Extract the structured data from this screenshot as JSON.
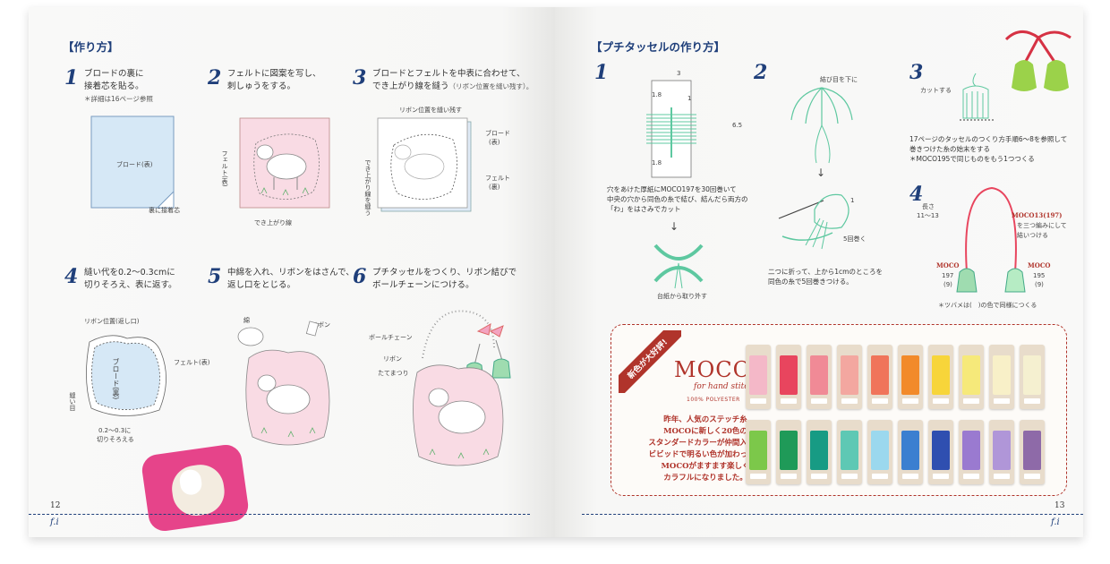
{
  "left_page": {
    "heading": "【作り方】",
    "steps": [
      {
        "num": "1",
        "text_l1": "ブロードの裏に",
        "text_l2": "接着芯を貼る。",
        "sub": "＊詳細は16ページ参照"
      },
      {
        "num": "2",
        "text_l1": "フェルトに図案を写し、",
        "text_l2": "刺しゅうをする。"
      },
      {
        "num": "3",
        "text_l1": "ブロードとフェルトを中表に合わせて、",
        "text_l2": "でき上がり線を縫う",
        "sub": "（リボン位置を縫い残す）。"
      },
      {
        "num": "4",
        "text_l1": "縫い代を0.2〜0.3cmに",
        "text_l2": "切りそろえ、表に返す。"
      },
      {
        "num": "5",
        "text_l1": "中綿を入れ、リボンをはさんで、",
        "text_l2": "返し口をとじる。"
      },
      {
        "num": "6",
        "text_l1": "プチタッセルをつくり、リボン結びで",
        "text_l2": "ボールチェーンにつける。"
      }
    ],
    "labels": {
      "broad_front": "ブロード(表)",
      "interfacing": "裏に接着芯",
      "felt_front_v": "フェルト(表)",
      "finish_line": "でき上がり線",
      "ribbon_leave": "リボン位置を縫い残す",
      "broad_back": "ブロード",
      "broad_back2": "(表)",
      "felt_back": "フェルト",
      "felt_back2": "(裏)",
      "sew_v": "でき上がり線を縫う",
      "ribbon_pos": "リボン位置(返し口)",
      "felt_front": "フェルト(表)",
      "broad_in": "ブロード(裏)",
      "seam_v": "縫い目",
      "trim1": "0.2〜0.3に",
      "trim2": "切りそろえる",
      "cotton": "綿",
      "ribbon": "リボン",
      "ball_chain": "ボールチェーン",
      "ribbon2": "リボン",
      "tatematsuri": "たてまつり"
    },
    "page_number": "12",
    "footer_mark": "f.i"
  },
  "right_page": {
    "heading": "【プチタッセルの作り方】",
    "steps": [
      {
        "num": "1",
        "text_l1": "穴をあけた厚紙にMOCO197を30回巻いて",
        "text_l2": "中央の穴から同色の糸で結び、結んだら両方の",
        "text_l3": "「わ」をはさみでカット"
      },
      {
        "num": "2",
        "text_l1": "二つに折って、上から1cmのところを",
        "text_l2": "同色の糸で5回巻きつける。"
      },
      {
        "num": "3",
        "text_l1": "17ページのタッセルのつくり方手順6〜8を参照して",
        "text_l2": "巻きつけた糸の始末をする",
        "text_l3": "＊MOCO195で同じものをもう1つつくる"
      },
      {
        "num": "4",
        "note": "＊ツバメは(　)の色で同様につくる"
      }
    ],
    "labels": {
      "d3": "3",
      "d18a": "1.8",
      "d1": "1",
      "d65": "6.5",
      "d18b": "1.8",
      "remove": "台紙から取り外す",
      "knot_down": "結び目を下に",
      "one": "1",
      "wrap5": "5回巻く",
      "cut": "カットする",
      "length": "長さ",
      "length_val": "11〜13",
      "moco13": "MOCO13(197)",
      "braid1": "を三つ編みにして",
      "braid2": "結いつける",
      "moco_l": "MOCO",
      "moco_l1": "197",
      "moco_l2": "(9)",
      "moco_r": "MOCO",
      "moco_r1": "195",
      "moco_r2": "(9)"
    },
    "promo": {
      "ribbon": "新色が大好評!",
      "logo": "MOCO",
      "logo_sub": "for hand stitch",
      "logo_poly": "100% POLYESTER",
      "text_l1": "昨年、人気のステッチ糸",
      "text_l2": "MOCOに新しく20色の",
      "text_l3": "スタンダードカラーが仲間入り。",
      "text_l4": "ビビッドで明るい色が加わって、",
      "text_l5": "MOCOがますます楽しく",
      "text_l6": "カラフルになりました。"
    },
    "page_number": "13",
    "footer_mark": "f.i"
  },
  "colors": {
    "accent_blue": "#1f3f7a",
    "moco_red": "#b0342b",
    "thread_row1": [
      "#f4b8c8",
      "#e8455e",
      "#f08a96",
      "#f3a7a0",
      "#f0745a",
      "#f28a2a",
      "#f7d53a",
      "#f6e97a",
      "#f8f0c8",
      "#f5f0d0"
    ],
    "thread_row2": [
      "#7cc84a",
      "#1f9a58",
      "#179b84",
      "#5ec8b4",
      "#9bd8ee",
      "#3b7fd0",
      "#2f4fb0",
      "#9a7ad0",
      "#b096d8",
      "#8e6aa8"
    ]
  }
}
